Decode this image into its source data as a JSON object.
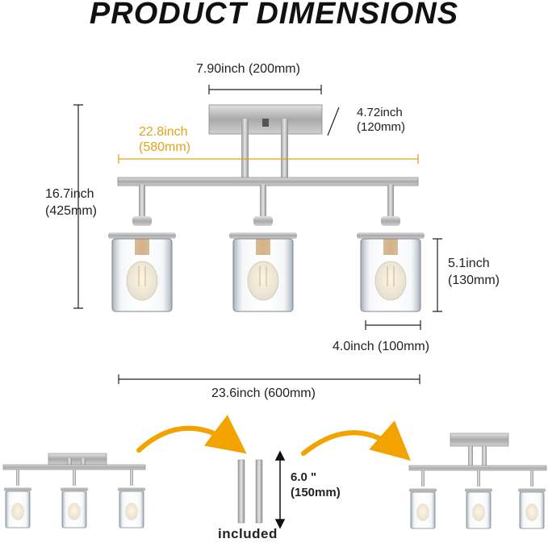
{
  "title": "PRODUCT DIMENSIONS",
  "dimensions": {
    "canopy_width": "7.90inch (200mm)",
    "canopy_height_line1": "4.72inch",
    "canopy_height_line2": "(120mm)",
    "bar_length_line1": "22.8inch",
    "bar_length_line2": "(580mm)",
    "total_height_line1": "16.7inch",
    "total_height_line2": "(425mm)",
    "shade_height_line1": "5.1inch",
    "shade_height_line2": "(130mm)",
    "shade_width": "4.0inch (100mm)",
    "total_width": "23.6inch (600mm)",
    "rod_length_line1": "6.0 \"",
    "rod_length_line2": "(150mm)"
  },
  "included_label": "included",
  "colors": {
    "orange_accent": "#e3a21a",
    "brushed_nickel": "#b8b8b8",
    "glass": "#cfd6dc"
  }
}
